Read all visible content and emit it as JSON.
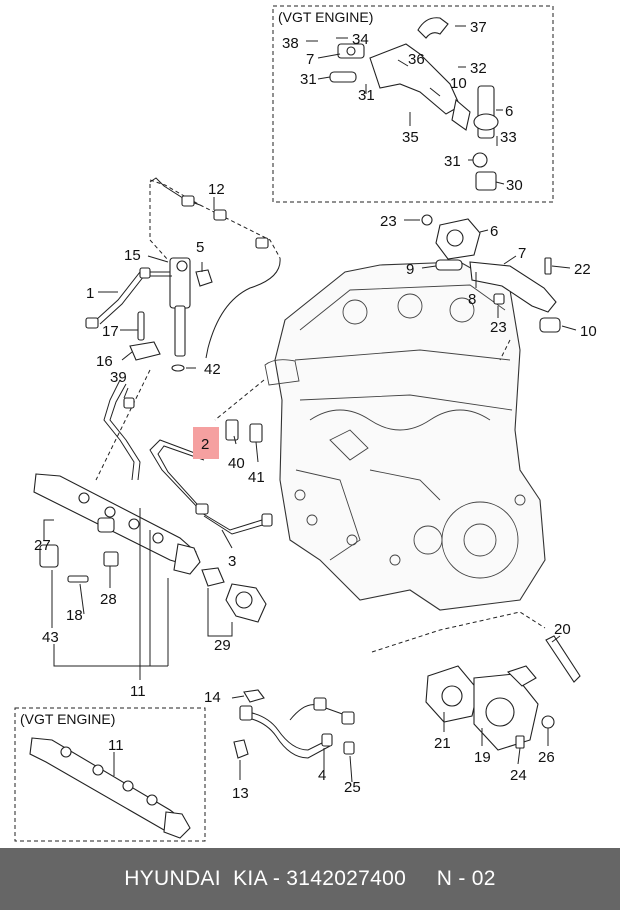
{
  "callouts": {
    "c1": "1",
    "c2": "2",
    "c3": "3",
    "c4": "4",
    "c5": "5",
    "c6a": "6",
    "c6b": "6",
    "c7a": "7",
    "c7b": "7",
    "c8": "8",
    "c9": "9",
    "c10a": "10",
    "c10b": "10",
    "c11a": "11",
    "c11b": "11",
    "c12": "12",
    "c13": "13",
    "c14": "14",
    "c15": "15",
    "c16": "16",
    "c17": "17",
    "c18": "18",
    "c19": "19",
    "c20": "20",
    "c21": "21",
    "c22": "22",
    "c23a": "23",
    "c23b": "23",
    "c24": "24",
    "c25": "25",
    "c26": "26",
    "c27": "27",
    "c28": "28",
    "c29": "29",
    "c30": "30",
    "c31a": "31",
    "c31b": "31",
    "c31c": "31",
    "c32": "32",
    "c33": "33",
    "c34": "34",
    "c35": "35",
    "c36": "36",
    "c37": "37",
    "c38": "38",
    "c39": "39",
    "c40": "40",
    "c41": "41",
    "c42": "42",
    "c43": "43"
  },
  "boxes": {
    "vgt_top": "(VGT ENGINE)",
    "vgt_bottom": "(VGT ENGINE)"
  },
  "highlight": {
    "color": "#f5a0a0"
  },
  "footer": {
    "text": "HYUNDAI  KIA - 3142027400     N - 02",
    "background": "#666666"
  }
}
